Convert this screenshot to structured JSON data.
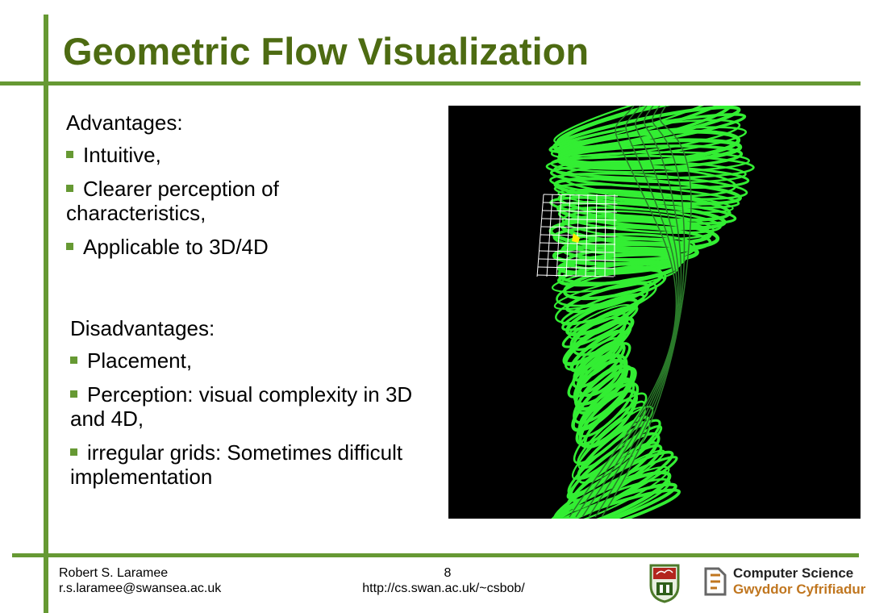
{
  "slide": {
    "title": "Geometric Flow Visualization",
    "accent_color": "#669933",
    "title_color": "#4d6b12"
  },
  "advantages": {
    "heading": "Advantages:",
    "items": [
      "Intuitive,",
      "Clearer perception of characteristics,",
      "Applicable to 3D/4D"
    ]
  },
  "disadvantages": {
    "heading": "Disadvantages:",
    "items": [
      "Placement,",
      "Perception: visual complexity in 3D and 4D,",
      "irregular grids: Sometimes difficult implementation"
    ]
  },
  "figure": {
    "description_icon": "streamline-tornado-image",
    "background": "#000000",
    "stream_color": "#33ee33"
  },
  "footer": {
    "author": "Robert S. Laramee",
    "email": "r.s.laramee@swansea.ac.uk",
    "page_number": "8",
    "url": "http://cs.swan.ac.uk/~csbob/",
    "logo_line1": "Computer Science",
    "logo_line2": "Gwyddor Cyfrifiadur"
  }
}
